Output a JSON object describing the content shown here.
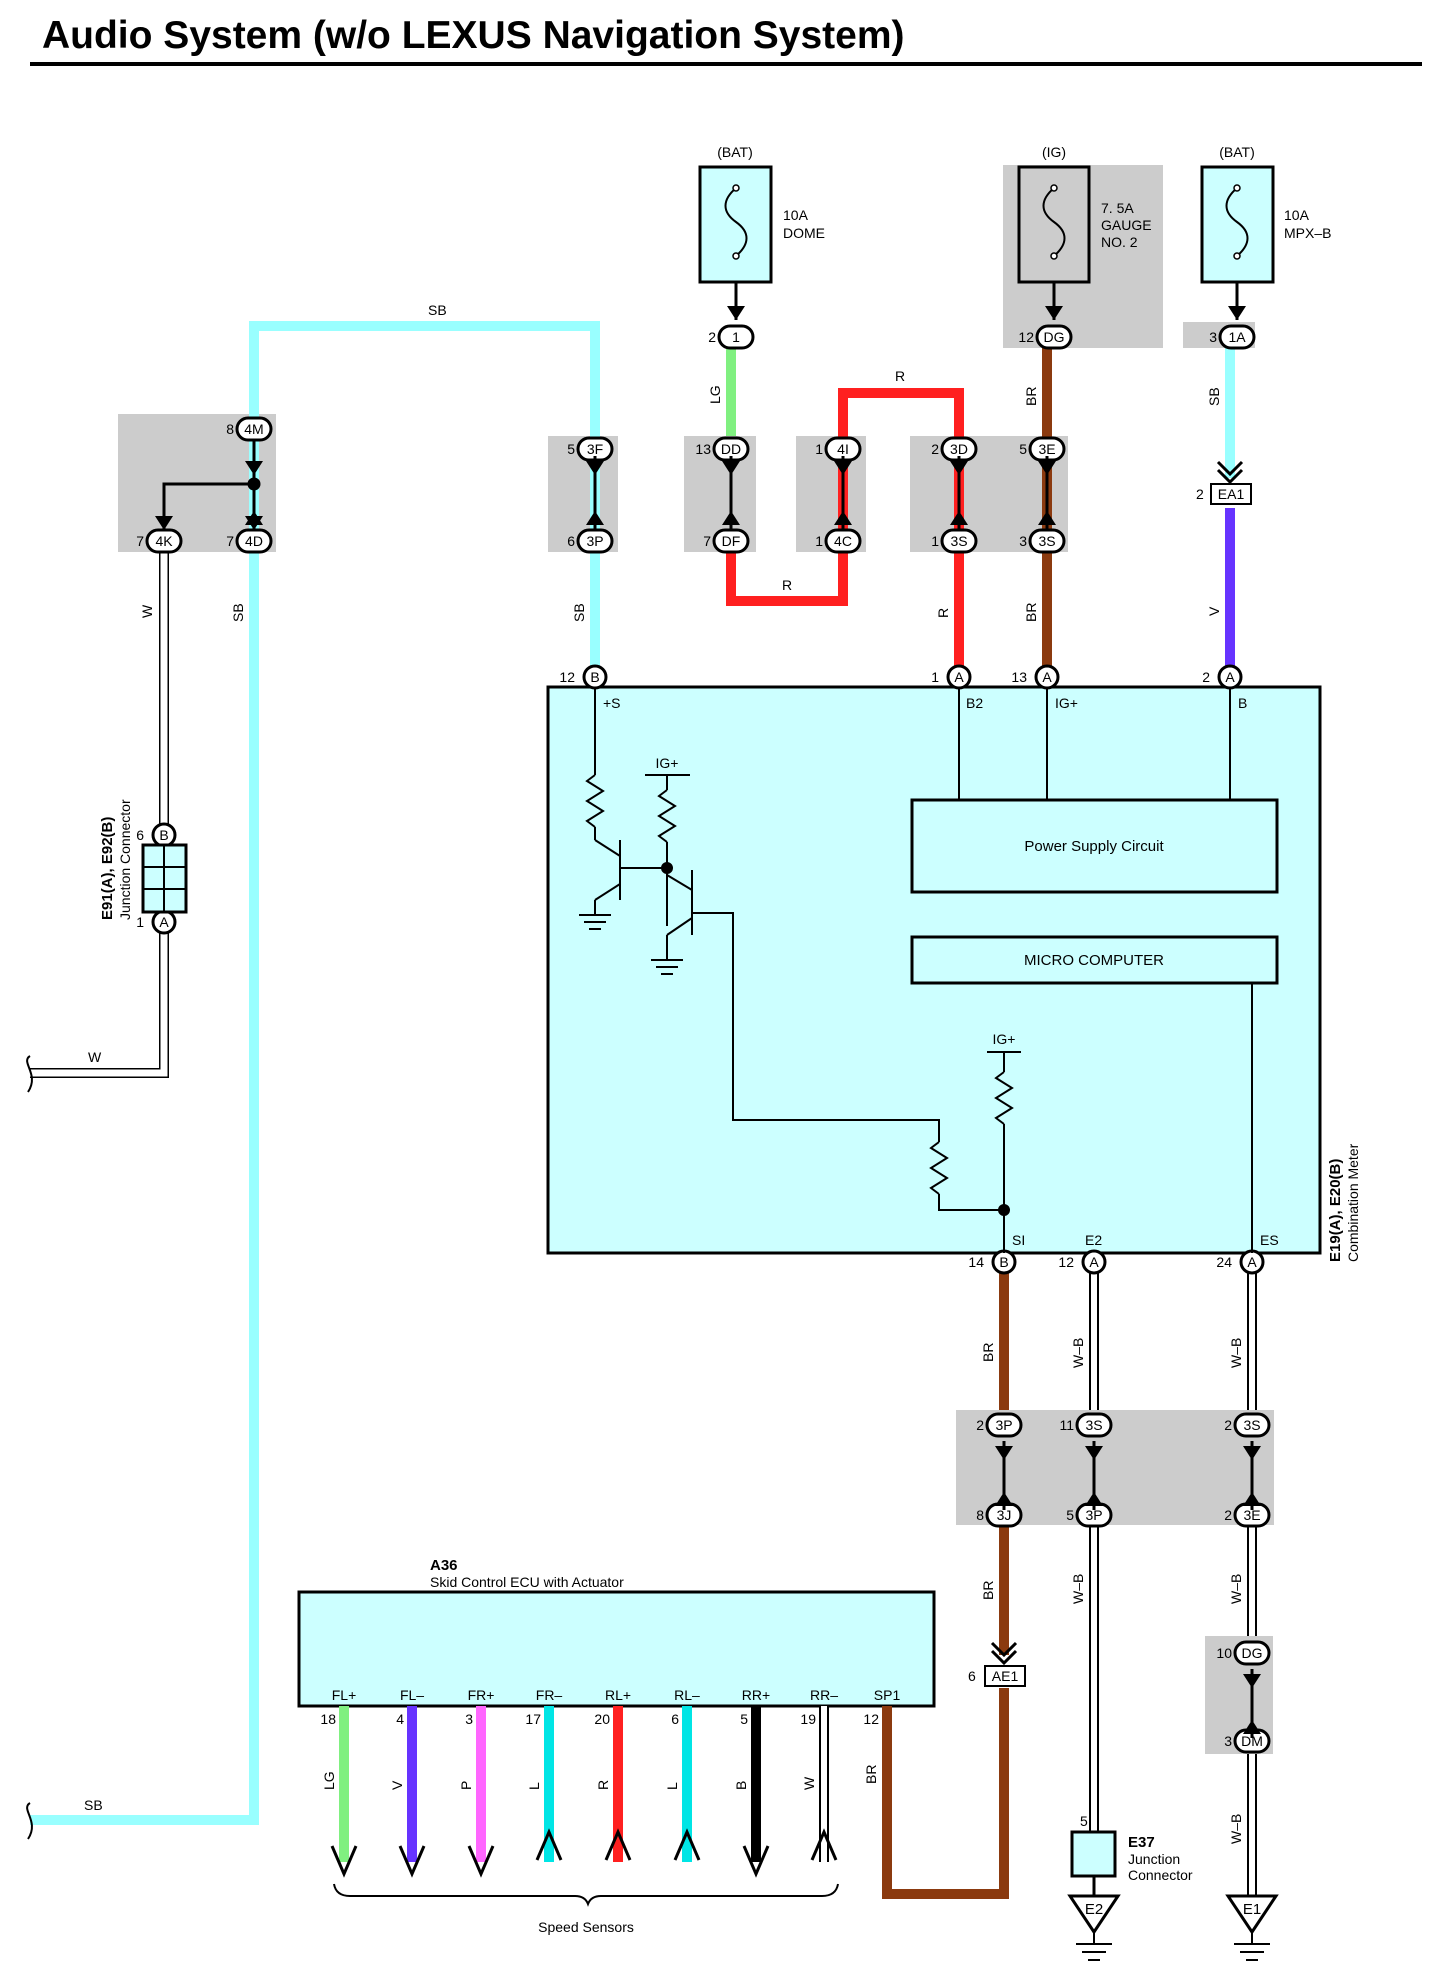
{
  "title": "Audio System (w/o LEXUS Navigation System)",
  "colors": {
    "component_fill": "#ccffff",
    "connector_group_fill": "#cccccc",
    "SB": "#99ffff",
    "LG": "#80f080",
    "R": "#ff2020",
    "BR": "#8b3a0f",
    "V": "#6633ff",
    "P": "#ff66ff",
    "L": "#00e5e5",
    "B": "#000000",
    "W": "#ffffff"
  },
  "fuses": [
    {
      "id": "fuse-dome",
      "source": "(BAT)",
      "rating": "10A",
      "name": "DOME"
    },
    {
      "id": "fuse-gauge",
      "source": "(IG)",
      "rating": "7. 5A",
      "name": "GAUGE",
      "name2": "NO. 2"
    },
    {
      "id": "fuse-mpx",
      "source": "(BAT)",
      "rating": "10A",
      "name": "MPX–B"
    }
  ],
  "wire_labels": {
    "sb_top": "SB",
    "sb_4d": "SB",
    "sb_3p": "SB",
    "sb_1a": "SB",
    "sb_bottom": "SB",
    "w_4k": "W",
    "w_left": "W",
    "lg_dome": "LG",
    "r_loop_top": "R",
    "r_loop_bottom": "R",
    "r_3s": "R",
    "br_dg": "BR",
    "br_3s": "BR",
    "v_ea1": "V",
    "br_si": "BR",
    "br_3j": "BR",
    "br_sp1": "BR",
    "wb_e2": "W–B",
    "wb_es": "W–B",
    "wb_3p": "W–B",
    "wb_3e": "W–B",
    "wb_dm": "W–B"
  },
  "connectors": {
    "c_4m": {
      "code": "4M",
      "pin": "8"
    },
    "c_4k": {
      "code": "4K",
      "pin": "7"
    },
    "c_4d": {
      "code": "4D",
      "pin": "7"
    },
    "c_3f": {
      "code": "3F",
      "pin": "5"
    },
    "c_3p_upper": {
      "code": "3P",
      "pin": "6"
    },
    "c_dome_1": {
      "code": "1",
      "pin": "2"
    },
    "c_dd": {
      "code": "DD",
      "pin": "13"
    },
    "c_df": {
      "code": "DF",
      "pin": "7"
    },
    "c_4i": {
      "code": "4I",
      "pin": "1"
    },
    "c_4c": {
      "code": "4C",
      "pin": "1"
    },
    "c_3d": {
      "code": "3D",
      "pin": "2"
    },
    "c_3s_a": {
      "code": "3S",
      "pin": "1"
    },
    "c_dg_top": {
      "code": "DG",
      "pin": "12"
    },
    "c_3e_top": {
      "code": "3E",
      "pin": "5"
    },
    "c_3s_b": {
      "code": "3S",
      "pin": "3"
    },
    "c_1a": {
      "code": "1A",
      "pin": "3"
    },
    "c_ea1": {
      "code": "EA1",
      "pin": "2"
    },
    "c_meter_b12": {
      "code": "B",
      "pin": "12"
    },
    "c_meter_a1": {
      "code": "A",
      "pin": "1"
    },
    "c_meter_a13": {
      "code": "A",
      "pin": "13"
    },
    "c_meter_a2": {
      "code": "A",
      "pin": "2"
    },
    "c_jc_b": {
      "code": "B",
      "pin": "6"
    },
    "c_jc_a": {
      "code": "A",
      "pin": "1"
    },
    "c_meter_b14": {
      "code": "B",
      "pin": "14"
    },
    "c_meter_a12": {
      "code": "A",
      "pin": "12"
    },
    "c_meter_a24": {
      "code": "A",
      "pin": "24"
    },
    "c_3p_low": {
      "code": "3P",
      "pin": "2"
    },
    "c_3j": {
      "code": "3J",
      "pin": "8"
    },
    "c_3s_low": {
      "code": "3S",
      "pin": "11"
    },
    "c_3p_low2": {
      "code": "3P",
      "pin": "5"
    },
    "c_3s_low3": {
      "code": "3S",
      "pin": "2"
    },
    "c_3e_low": {
      "code": "3E",
      "pin": "2"
    },
    "c_ae1": {
      "code": "AE1",
      "pin": "6"
    },
    "c_dg_low": {
      "code": "DG",
      "pin": "10"
    },
    "c_dm": {
      "code": "DM",
      "pin": "3"
    },
    "c_e37": {
      "code": "",
      "pin": "5"
    }
  },
  "combination_meter": {
    "id_line": "E19(A), E20(B)",
    "name": "Combination Meter",
    "terminals": {
      "plus_s": "+S",
      "b2": "B2",
      "ig_plus": "IG+",
      "b": "B",
      "si": "SI",
      "e2": "E2",
      "es": "ES"
    },
    "ig_plus_1": "IG+",
    "ig_plus_2": "IG+",
    "power_supply": "Power Supply Circuit",
    "micro": "MICRO COMPUTER"
  },
  "junction_connector_left": {
    "id_line": "E91(A), E92(B)",
    "name": "Junction Connector"
  },
  "junction_connector_e37": {
    "id_line": "E37",
    "name": "Junction",
    "name2": "Connector"
  },
  "grounds": {
    "e2": "E2",
    "e1": "E1"
  },
  "ecu": {
    "id": "A36",
    "name": "Skid Control ECU with Actuator",
    "terminals": [
      {
        "name": "FL+",
        "pin": "18",
        "wire": "LG"
      },
      {
        "name": "FL–",
        "pin": "4",
        "wire": "V"
      },
      {
        "name": "FR+",
        "pin": "3",
        "wire": "P"
      },
      {
        "name": "FR–",
        "pin": "17",
        "wire": "L"
      },
      {
        "name": "RL+",
        "pin": "20",
        "wire": "R"
      },
      {
        "name": "RL–",
        "pin": "6",
        "wire": "L"
      },
      {
        "name": "RR+",
        "pin": "5",
        "wire": "B"
      },
      {
        "name": "RR–",
        "pin": "19",
        "wire": "W"
      },
      {
        "name": "SP1",
        "pin": "12",
        "wire": "BR"
      }
    ],
    "speed_sensors": "Speed Sensors"
  }
}
